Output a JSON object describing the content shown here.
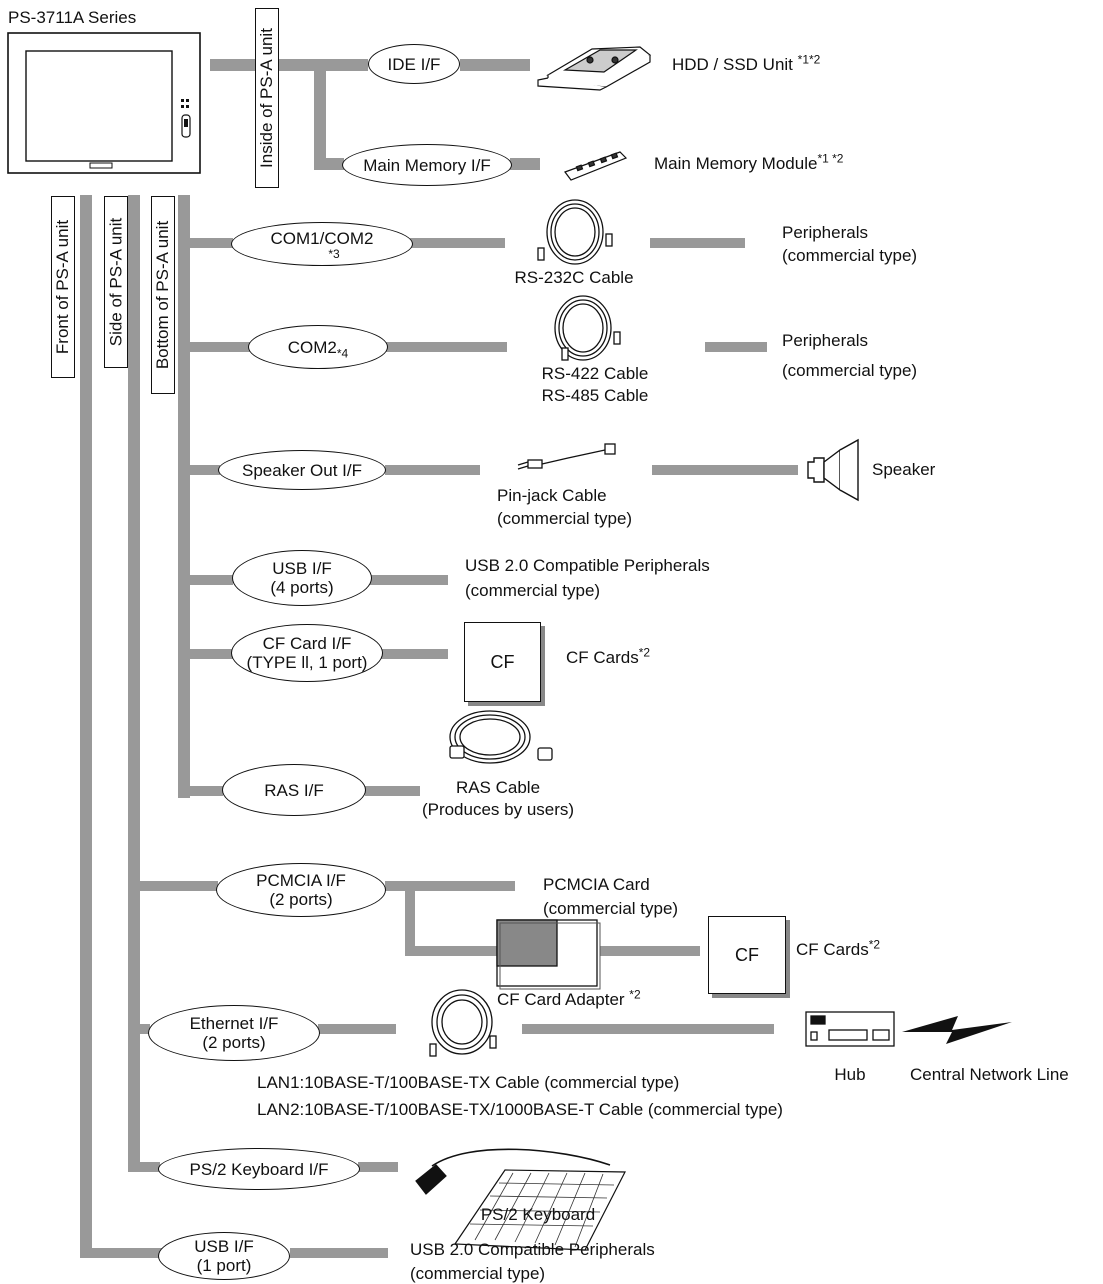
{
  "device": {
    "title": "PS-3711A Series"
  },
  "side_labels": {
    "inside": "Inside of PS-A unit",
    "front": "Front of PS-A unit",
    "side": "Side of PS-A unit",
    "bottom": "Bottom of PS-A unit"
  },
  "interfaces": {
    "ide": "IDE I/F",
    "main_memory": "Main Memory I/F",
    "com1_com2": "COM1/COM2",
    "com1_com2_note": "*3",
    "com2": "COM2",
    "com2_note": "*4",
    "speaker_out": "Speaker Out I/F",
    "usb4_line1": "USB I/F",
    "usb4_line2": "(4 ports)",
    "cf_line1": "CF Card I/F",
    "cf_line2": "(TYPE ll, 1 port)",
    "ras": "RAS I/F",
    "pcmcia_line1": "PCMCIA I/F",
    "pcmcia_line2": "(2 ports)",
    "ethernet_line1": "Ethernet I/F",
    "ethernet_line2": "(2 ports)",
    "ps2": "PS/2 Keyboard I/F",
    "usb1_line1": "USB I/F",
    "usb1_line2": "(1 port)"
  },
  "devices": {
    "hdd": "HDD / SSD Unit",
    "hdd_note": "*1*2",
    "memory": "Main Memory Module",
    "memory_note": "*1 *2",
    "rs232": "RS-232C Cable",
    "peripherals1_line1": "Peripherals",
    "peripherals1_line2": "(commercial type)",
    "rs422": "RS-422 Cable",
    "rs485": "RS-485 Cable",
    "peripherals2_line1": "Peripherals",
    "peripherals2_line2": "(commercial type)",
    "pinjack_line1": "Pin-jack Cable",
    "pinjack_line2": "(commercial type)",
    "speaker": "Speaker",
    "usb4_dev_line1": "USB 2.0 Compatible Peripherals",
    "usb4_dev_line2": "(commercial type)",
    "cf_box": "CF",
    "cf_cards": "CF Cards",
    "cf_cards_note": "*2",
    "ras_cable_line1": "RAS Cable",
    "ras_cable_line2": "(Produces by users)",
    "pcmcia_card_line1": "PCMCIA Card",
    "pcmcia_card_line2": "(commercial type)",
    "cf_adapter": "CF Card Adapter",
    "cf_adapter_note": "*2",
    "cf_box2": "CF",
    "cf_cards2": "CF Cards",
    "cf_cards2_note": "*2",
    "lan1": "LAN1:10BASE-T/100BASE-TX Cable (commercial type)",
    "lan2": "LAN2:10BASE-T/100BASE-TX/1000BASE-T Cable (commercial type)",
    "hub": "Hub",
    "network": "Central Network Line",
    "keyboard": "PS/2 Keyboard",
    "usb1_dev_line1": "USB 2.0 Compatible Peripherals",
    "usb1_dev_line2": "(commercial type)"
  }
}
